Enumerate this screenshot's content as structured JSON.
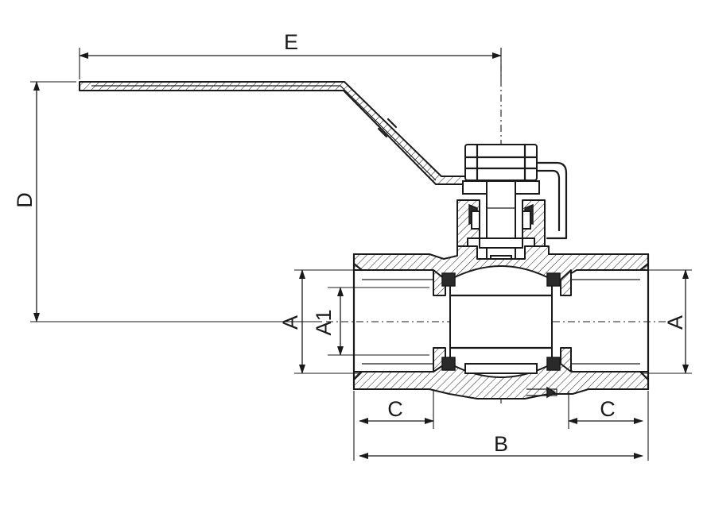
{
  "diagram": {
    "subject": "ball-valve-cross-section",
    "dimension_labels": {
      "E": "E",
      "D": "D",
      "A_left": "A",
      "A1": "A1",
      "A_right": "A",
      "C_left": "C",
      "C_right": "C",
      "B": "B"
    }
  }
}
